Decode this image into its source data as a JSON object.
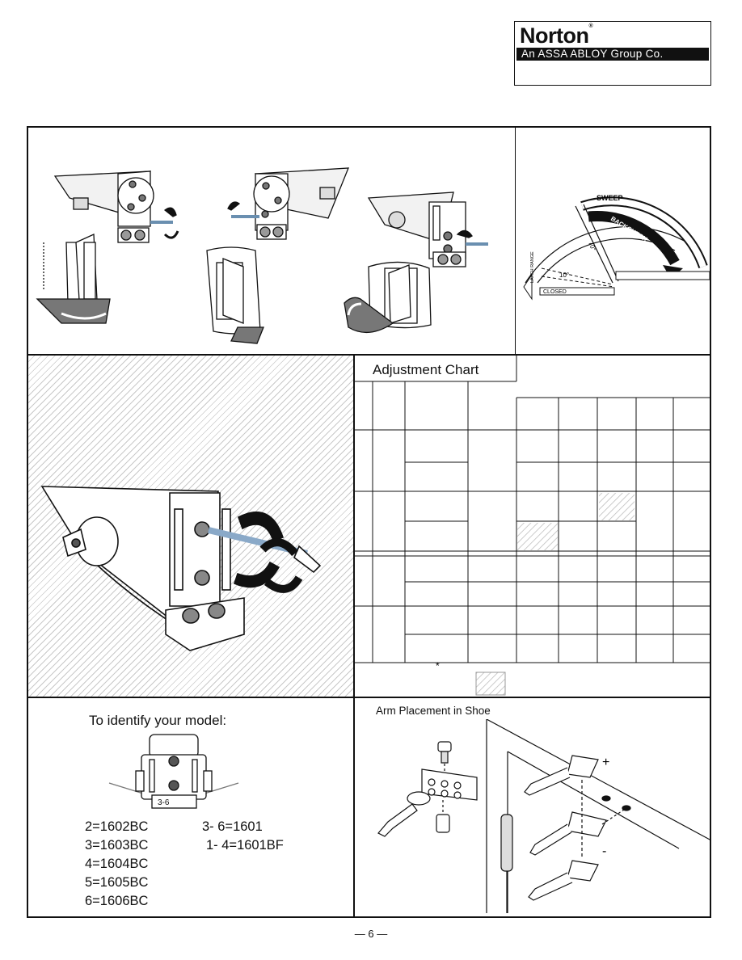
{
  "brand": {
    "name": "Norton",
    "trademark": "®",
    "tagline": "An ASSA ABLOY Group Co."
  },
  "sweep_diagram": {
    "sweep_label": "SWEEP",
    "backcheck_label": "BACKCHECK",
    "latch_label": "LATCH RANGE",
    "closed_label": "CLOSED",
    "angle_large": "70°",
    "angle_small": "10°"
  },
  "adjustment_chart": {
    "title": "Adjustment Chart",
    "asterisk": "*"
  },
  "model_id": {
    "title": "To identify your model:",
    "dial_label": "3-6",
    "left_list": [
      "2=1602BC",
      "3=1603BC",
      "4=1604BC",
      "5=1605BC",
      "6=1606BC"
    ],
    "right_list": [
      "3- 6=1601",
      "1- 4=1601BF"
    ]
  },
  "arm_placement": {
    "title": "Arm Placement in Shoe",
    "plus": "+",
    "minus": "-"
  },
  "page": {
    "number": "— 6 —"
  }
}
